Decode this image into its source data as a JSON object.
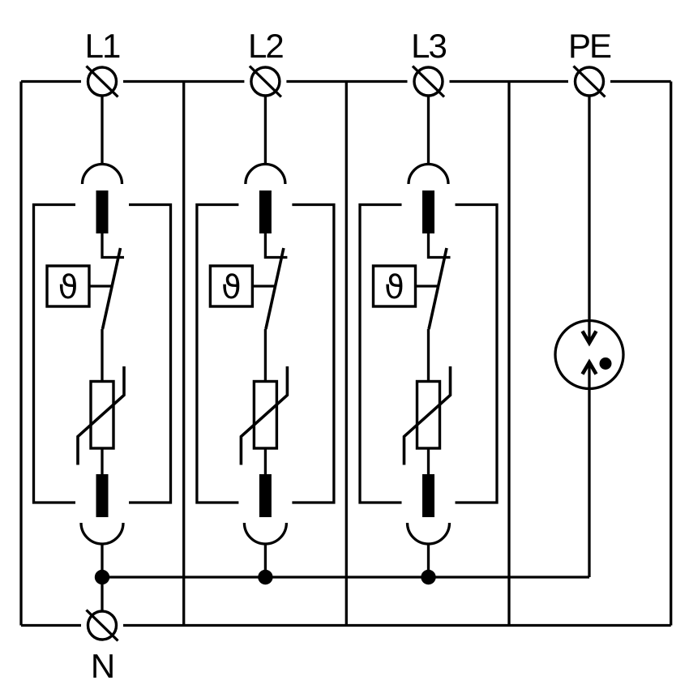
{
  "colors": {
    "background": "#ffffff",
    "line": "#000000"
  },
  "terminals": {
    "top": [
      {
        "id": "l1",
        "label": "L1"
      },
      {
        "id": "l2",
        "label": "L2"
      },
      {
        "id": "l3",
        "label": "L3"
      },
      {
        "id": "pe",
        "label": "PE"
      }
    ],
    "bottom": {
      "id": "n",
      "label": "N"
    }
  },
  "modules": [
    {
      "phase": "L1",
      "thermal_symbol": "ϑ"
    },
    {
      "phase": "L2",
      "thermal_symbol": "ϑ"
    },
    {
      "phase": "L3",
      "thermal_symbol": "ϑ"
    }
  ]
}
